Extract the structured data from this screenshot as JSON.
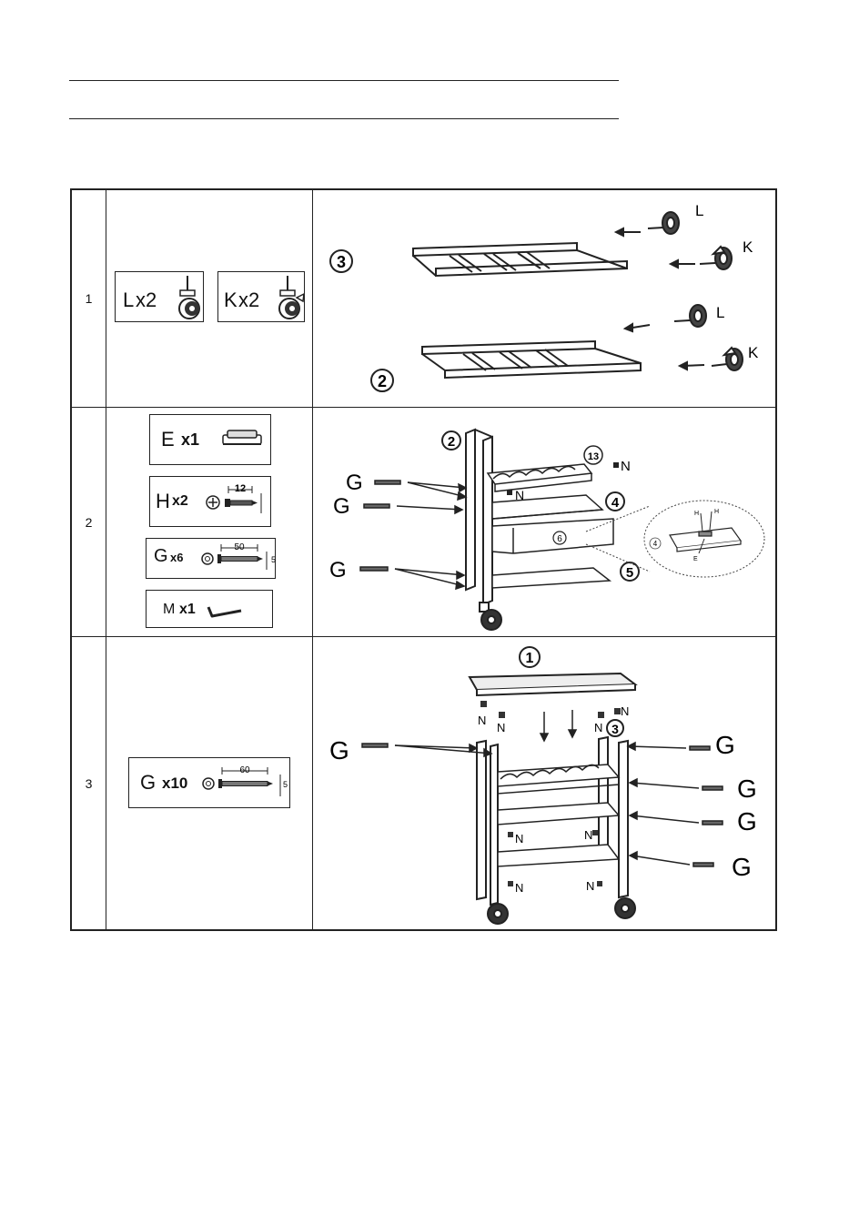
{
  "steps": [
    {
      "number": "1",
      "parts": [
        {
          "letter": "L",
          "qty": "x2",
          "icon": "caster-wheel-icon"
        },
        {
          "letter": "K",
          "qty": "x2",
          "icon": "braked-caster-wheel-icon"
        }
      ],
      "callouts": {
        "frame_top": "3",
        "frame_bottom": "2",
        "caster_a": "L",
        "caster_b": "K"
      }
    },
    {
      "number": "2",
      "parts": [
        {
          "letter": "E",
          "qty": "x1",
          "icon": "drawer-handle-icon"
        },
        {
          "letter": "H",
          "qty": "x2",
          "icon": "short-screw-icon",
          "length": "12"
        },
        {
          "letter": "G",
          "qty": "x6",
          "icon": "long-bolt-icon",
          "length": "50",
          "diameter": "5"
        },
        {
          "letter": "M",
          "qty": "x1",
          "icon": "allen-key-icon"
        }
      ],
      "callouts": {
        "side_frame": "2",
        "wine_rack": "13",
        "shelf": "4",
        "drawer": "6",
        "bottom_shelf": "5",
        "bolt": "G",
        "nut": "N",
        "detail_drawer": "4",
        "detail_handle": "E",
        "detail_screw": "H"
      }
    },
    {
      "number": "3",
      "parts": [
        {
          "letter": "G",
          "qty": "x10",
          "icon": "long-bolt-icon",
          "length": "60",
          "diameter": "5"
        }
      ],
      "callouts": {
        "top": "1",
        "side_frame": "3",
        "bolt": "G",
        "nut": "N"
      }
    }
  ]
}
